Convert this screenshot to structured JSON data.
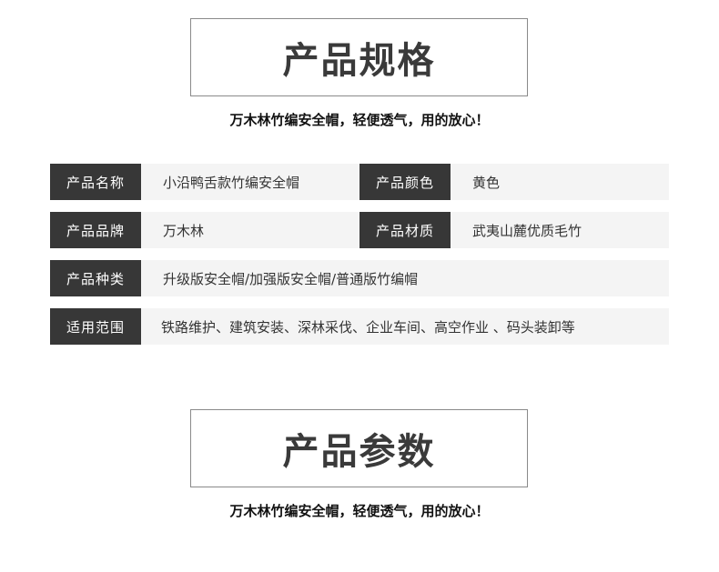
{
  "section1": {
    "title": "产品规格",
    "subtitle": "万木林竹编安全帽，轻便透气，用的放心！"
  },
  "specs": {
    "name_label": "产品名称",
    "name_value": "小沿鸭舌款竹编安全帽",
    "color_label": "产品颜色",
    "color_value": "黄色",
    "brand_label": "产品品牌",
    "brand_value": "万木林",
    "material_label": "产品材质",
    "material_value": "武夷山麓优质毛竹",
    "type_label": "产品种类",
    "type_value": "升级版安全帽/加强版安全帽/普通版竹编帽",
    "scope_label": "适用范围",
    "scope_value": "铁路维护、建筑安装、深林采伐、企业车间、高空作业 、码头装卸等"
  },
  "section2": {
    "title": "产品参数",
    "subtitle": "万木林竹编安全帽，轻便透气，用的放心！"
  }
}
